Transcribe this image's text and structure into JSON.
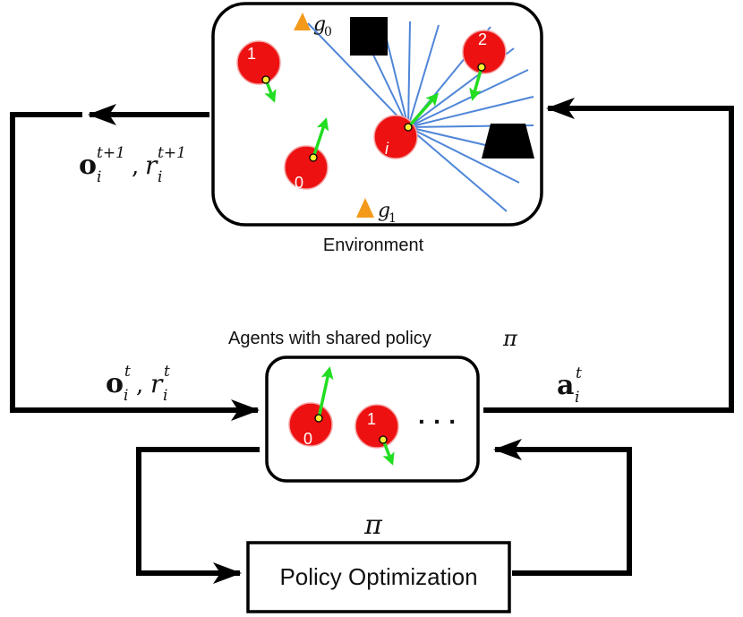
{
  "environment": {
    "label": "Environment",
    "goals": [
      {
        "symbol": "g",
        "subscript": "0"
      },
      {
        "symbol": "g",
        "subscript": "1"
      }
    ],
    "agents": [
      {
        "label": "1"
      },
      {
        "label": "2"
      },
      {
        "label": "0"
      },
      {
        "label": "i"
      }
    ]
  },
  "agents_box": {
    "caption": "Agents with shared policy",
    "caption_symbol": "π",
    "agents": [
      {
        "label": "0"
      },
      {
        "label": "1"
      }
    ],
    "ellipsis": "· · ·"
  },
  "policy_box": {
    "label": "Policy Optimization",
    "symbol": "π"
  },
  "flows": {
    "env_output": {
      "obs": "o",
      "reward": "r",
      "sub": "i",
      "sup": "t+1"
    },
    "agent_input": {
      "obs": "o",
      "reward": "r",
      "sub": "i",
      "sup": "t"
    },
    "action": {
      "symbol": "a",
      "sub": "i",
      "sup": "t"
    }
  },
  "colors": {
    "agent_fill": "#ee1111",
    "heading_arrow": "#22dd22",
    "sensor_ray": "#4f86d8",
    "goal": "#f39a1b",
    "obstacle": "#000000",
    "center_dot": "#ffee33"
  }
}
